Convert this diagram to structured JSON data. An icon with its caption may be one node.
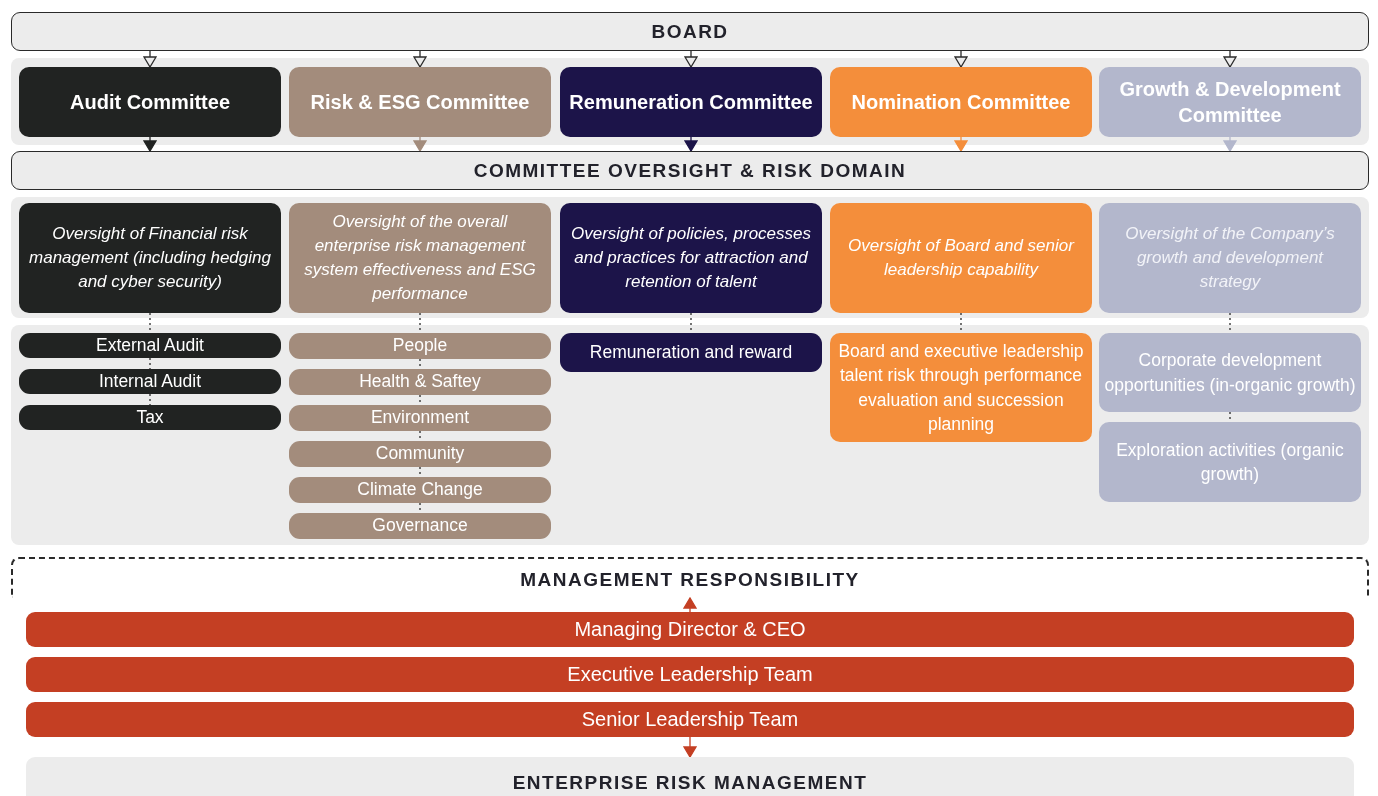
{
  "diagram": {
    "nodes": [
      {
        "text": [
          "BOARD"
        ]
      },
      {
        "text": [
          "Audit Committee"
        ]
      },
      {
        "text": [
          "Risk & ESG Committee"
        ]
      },
      {
        "text": [
          "Remuneration Committee"
        ]
      },
      {
        "text": [
          "Nomination Committee"
        ]
      },
      {
        "text": [
          "Growth & Development Committee"
        ]
      },
      {
        "text": [
          "COMMITTEE OVERSIGHT & RISK DOMAIN"
        ]
      },
      {
        "text": [
          "Oversight of Financial risk management (including hedging and cyber security)"
        ]
      },
      {
        "text": [
          "Oversight of the overall enterprise risk management system effectiveness and ESG performance"
        ]
      },
      {
        "text": [
          "Oversight of policies, processes and practices for attraction and retention of talent"
        ]
      },
      {
        "text": [
          "Oversight of Board and senior leadership capability"
        ]
      },
      {
        "text": [
          "Oversight of the Company’s growth and development strategy"
        ]
      },
      {
        "text": [
          "External Audit"
        ]
      },
      {
        "text": [
          "Internal Audit"
        ]
      },
      {
        "text": [
          "Tax"
        ]
      },
      {
        "text": [
          "People"
        ]
      },
      {
        "text": [
          "Health & Saftey"
        ]
      },
      {
        "text": [
          "Environment"
        ]
      },
      {
        "text": [
          "Community"
        ]
      },
      {
        "text": [
          "Climate Change"
        ]
      },
      {
        "text": [
          "Governance"
        ]
      },
      {
        "text": [
          "Remuneration and reward"
        ]
      },
      {
        "text": [
          "Board and executive leadership talent risk through performance evaluation and succession planning"
        ]
      },
      {
        "text": [
          "Corporate development opportunities (in-organic growth)"
        ]
      },
      {
        "text": [
          "Exploration activities (organic growth)"
        ]
      },
      {
        "text": [
          "MANAGEMENT RESPONSIBILITY"
        ]
      },
      {
        "text": [
          "Managing Director & CEO"
        ]
      },
      {
        "text": [
          "Executive Leadership Team"
        ]
      },
      {
        "text": [
          "Senior Leadership Team"
        ]
      },
      {
        "text": [
          "ENTERPRISE RISK MANAGEMENT"
        ]
      }
    ],
    "edges": [
      {
        "from": 0,
        "to": 1,
        "arrow": "to"
      },
      {
        "from": 0,
        "to": 2,
        "arrow": "to"
      },
      {
        "from": 0,
        "to": 3,
        "arrow": "to"
      },
      {
        "from": 0,
        "to": 4,
        "arrow": "to"
      },
      {
        "from": 0,
        "to": 5,
        "arrow": "to"
      },
      {
        "from": 1,
        "to": 6,
        "arrow": "to",
        "color": "#212322"
      },
      {
        "from": 2,
        "to": 6,
        "arrow": "to",
        "color": "#a38c7c"
      },
      {
        "from": 3,
        "to": 6,
        "arrow": "to",
        "color": "#1c1449"
      },
      {
        "from": 4,
        "to": 6,
        "arrow": "to",
        "color": "#f48e3b"
      },
      {
        "from": 5,
        "to": 6,
        "arrow": "to",
        "color": "#b3b7cc"
      },
      {
        "from": 7,
        "to": 12,
        "arrow": "none",
        "style": "dashed"
      },
      {
        "from": 12,
        "to": 13,
        "arrow": "none",
        "style": "dashed"
      },
      {
        "from": 13,
        "to": 14,
        "arrow": "none",
        "style": "dashed"
      },
      {
        "from": 8,
        "to": 15,
        "arrow": "none",
        "style": "dashed"
      },
      {
        "from": 15,
        "to": 16,
        "arrow": "none",
        "style": "dashed"
      },
      {
        "from": 16,
        "to": 17,
        "arrow": "none",
        "style": "dashed"
      },
      {
        "from": 17,
        "to": 18,
        "arrow": "none",
        "style": "dashed"
      },
      {
        "from": 18,
        "to": 19,
        "arrow": "none",
        "style": "dashed"
      },
      {
        "from": 19,
        "to": 20,
        "arrow": "none",
        "style": "dashed"
      },
      {
        "from": 9,
        "to": 21,
        "arrow": "none",
        "style": "dashed"
      },
      {
        "from": 10,
        "to": 22,
        "arrow": "none",
        "style": "dashed"
      },
      {
        "from": 11,
        "to": 23,
        "arrow": "none",
        "style": "dashed"
      },
      {
        "from": 23,
        "to": 24,
        "arrow": "none",
        "style": "dashed"
      },
      {
        "from": 26,
        "to": 25,
        "arrow": "to",
        "color": "#c43f23"
      },
      {
        "from": 28,
        "to": 29,
        "arrow": "to",
        "color": "#c43f23"
      }
    ]
  }
}
